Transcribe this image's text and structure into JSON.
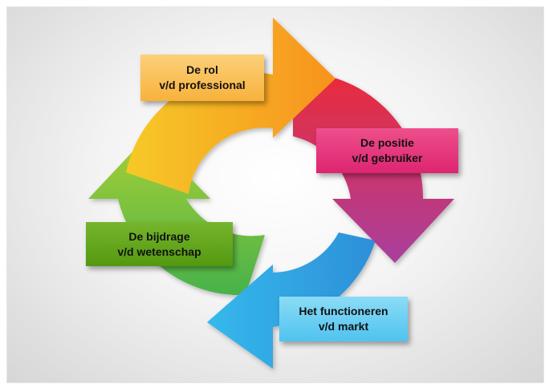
{
  "colors": {
    "yellow": "#f6c928",
    "orange": "#f7931e",
    "red": "#ea2b3a",
    "magenta": "#d6246b",
    "purple": "#a93f9e",
    "blue": "#2d8fd8",
    "cyan": "#35b9ec",
    "green": "#47b24a",
    "lime": "#a9cf35"
  },
  "labels": {
    "rol": {
      "line1": "De rol",
      "line2": "v/d professional"
    },
    "positie": {
      "line1": "De positie",
      "line2": "v/d gebruiker"
    },
    "markt": {
      "line1": "Het functioneren",
      "line2": "v/d markt"
    },
    "wetenschap": {
      "line1": "De bijdrage",
      "line2": "v/d wetenschap"
    }
  }
}
